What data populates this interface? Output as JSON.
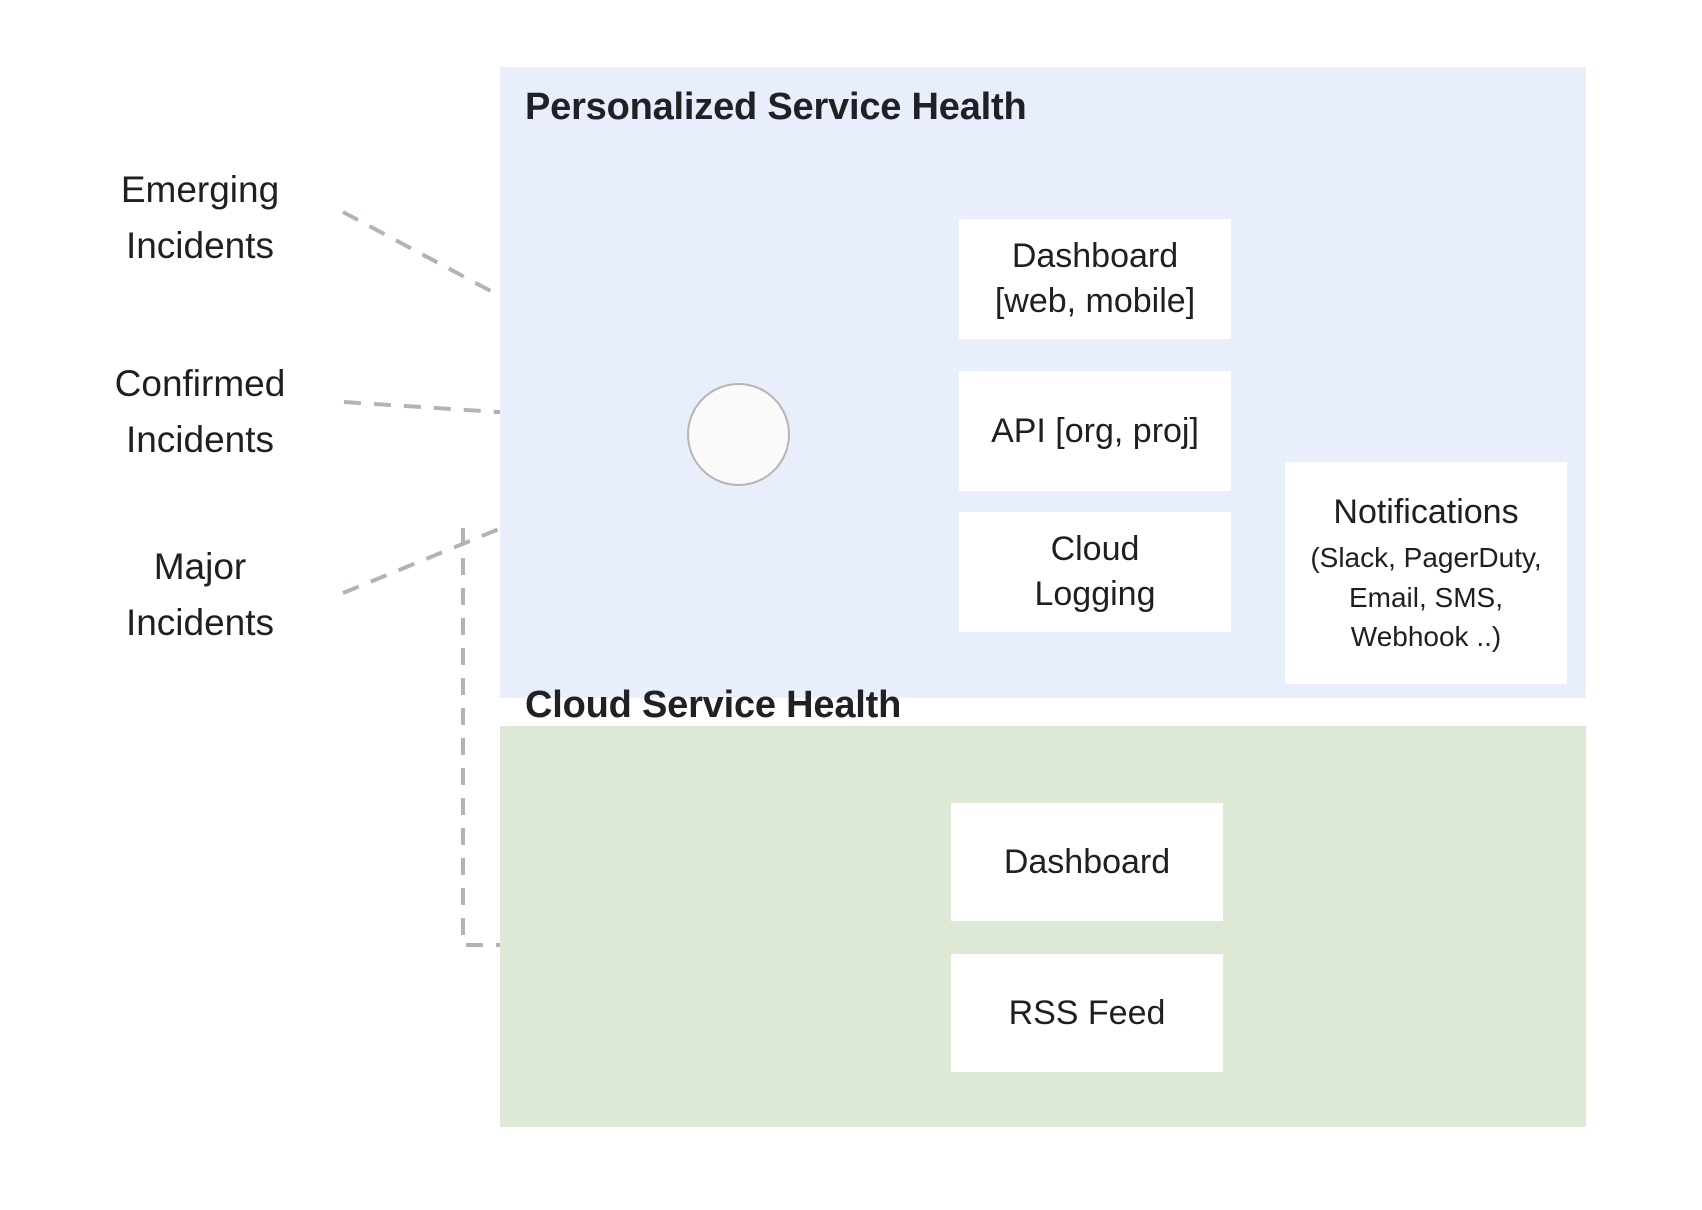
{
  "diagram": {
    "title_hidden": "",
    "sources": [
      {
        "id": "emerging",
        "label": "Emerging\nIncidents"
      },
      {
        "id": "confirmed",
        "label": "Confirmed\nIncidents"
      },
      {
        "id": "major",
        "label": "Major\nIncidents"
      }
    ],
    "panels": [
      {
        "id": "personalized-service-health",
        "title": "Personalized Service Health",
        "color": "#e8eefc",
        "nodes": [
          {
            "id": "dashboard-web-mobile",
            "label": "Dashboard\n[web, mobile]"
          },
          {
            "id": "api-org-proj",
            "label": "API [org, proj]"
          },
          {
            "id": "cloud-logging",
            "label": "Cloud\nLogging"
          },
          {
            "id": "notifications",
            "label": "Notifications",
            "sublabel": "(Slack, PagerDuty,\nEmail, SMS,\nWebhook ..)"
          }
        ]
      },
      {
        "id": "cloud-service-health",
        "title": "Cloud Service Health",
        "color": "#dde8d5",
        "nodes": [
          {
            "id": "dashboard",
            "label": "Dashboard"
          },
          {
            "id": "rss-feed",
            "label": "RSS Feed"
          }
        ]
      }
    ],
    "hub": {
      "id": "aggregation-hub",
      "label": ""
    },
    "colors": {
      "panel_blue": "#e8eefc",
      "panel_green": "#dde8d5",
      "box_white": "#ffffff",
      "text_dark": "#1f1f1f",
      "arrow_solid": "#5f6368",
      "arrow_dashed": "#b0b4b8",
      "connector_light": "#b5bdb8"
    }
  }
}
